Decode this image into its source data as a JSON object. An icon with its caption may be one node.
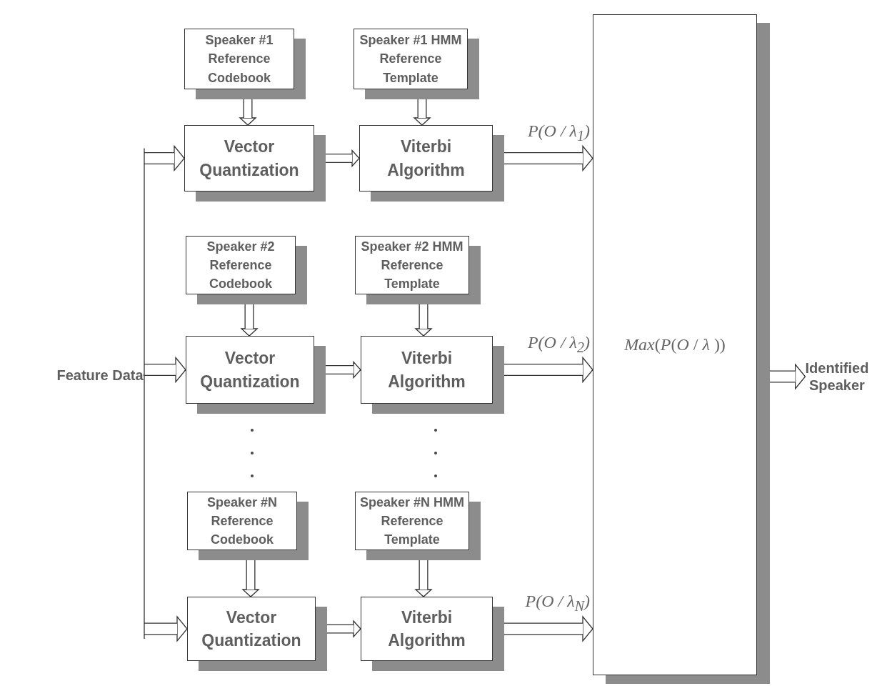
{
  "diagram": {
    "nodes": [
      {
        "text": [
          "Feature Data"
        ]
      },
      {
        "text": [
          "Speaker #1 Reference Codebook"
        ]
      },
      {
        "text": [
          "Speaker #1 HMM Reference Template"
        ]
      },
      {
        "text": [
          "Vector Quantization"
        ]
      },
      {
        "text": [
          "Viterbi Algorithm"
        ]
      },
      {
        "text": [
          "Speaker #2 Reference Codebook"
        ]
      },
      {
        "text": [
          "Speaker #2 HMM Reference Template"
        ]
      },
      {
        "text": [
          "Vector Quantization"
        ]
      },
      {
        "text": [
          "Viterbi Algorithm"
        ]
      },
      {
        "text": [
          "Speaker #N Reference Codebook"
        ]
      },
      {
        "text": [
          "Speaker #N HMM Reference Template"
        ]
      },
      {
        "text": [
          "Vector Quantization"
        ]
      },
      {
        "text": [
          "Viterbi Algorithm"
        ]
      },
      {
        "text": [
          "*Max*(*P*(*O* / *λ* ))"
        ]
      },
      {
        "text": [
          "Identified Speaker"
        ]
      }
    ],
    "edges": [
      {
        "from": 0,
        "to": 3,
        "arrow": "to"
      },
      {
        "from": 0,
        "to": 7,
        "arrow": "to"
      },
      {
        "from": 0,
        "to": 11,
        "arrow": "to"
      },
      {
        "from": 1,
        "to": 3,
        "arrow": "to"
      },
      {
        "from": 2,
        "to": 4,
        "arrow": "to"
      },
      {
        "from": 3,
        "to": 4,
        "arrow": "to"
      },
      {
        "from": 4,
        "to": 13,
        "arrow": "to",
        "label": "*P*(*O* / *λ*$_{1}$)"
      },
      {
        "from": 5,
        "to": 7,
        "arrow": "to"
      },
      {
        "from": 6,
        "to": 8,
        "arrow": "to"
      },
      {
        "from": 7,
        "to": 8,
        "arrow": "to"
      },
      {
        "from": 8,
        "to": 13,
        "arrow": "to",
        "label": "*P*(*O* / *λ*$_{2}$)"
      },
      {
        "from": 9,
        "to": 11,
        "arrow": "to"
      },
      {
        "from": 10,
        "to": 12,
        "arrow": "to"
      },
      {
        "from": 11,
        "to": 12,
        "arrow": "to"
      },
      {
        "from": 12,
        "to": 13,
        "arrow": "to",
        "label": "*P*(*O* / *λ*$_{N}$)"
      },
      {
        "from": 13,
        "to": 14,
        "arrow": "to"
      }
    ]
  }
}
